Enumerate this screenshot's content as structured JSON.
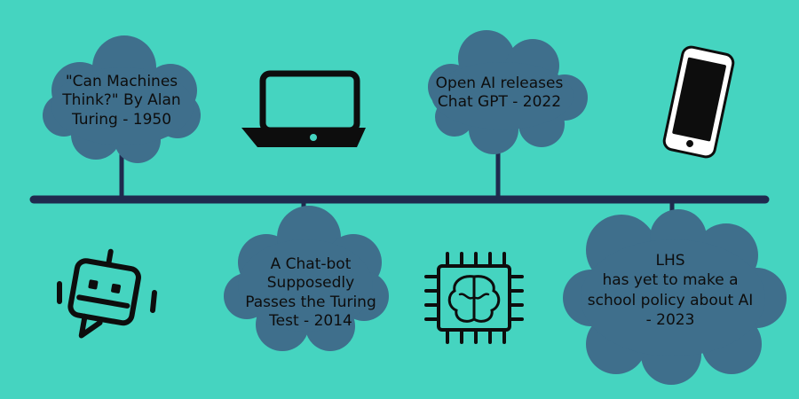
{
  "background_color": "#45d4c0",
  "cloud_color": "#3f6f8c",
  "line_color": "#1f2a4e",
  "events": [
    {
      "id": "turing-1950",
      "lines": [
        "\"Can Machines",
        "Think?\" By Alan",
        "Turing - 1950"
      ]
    },
    {
      "id": "chatgpt-2022",
      "lines": [
        "Open AI releases",
        "Chat GPT - 2022"
      ]
    },
    {
      "id": "chatbot-2014",
      "lines": [
        "A Chat-bot",
        "Supposedly",
        "Passes the Turing",
        "Test - 2014"
      ]
    },
    {
      "id": "lhs-2023",
      "lines": [
        "LHS",
        "has yet to make a",
        "school policy about AI",
        "- 2023"
      ]
    }
  ],
  "icons": [
    "laptop-icon",
    "smartphone-icon",
    "chatbot-icon",
    "brain-chip-icon"
  ]
}
